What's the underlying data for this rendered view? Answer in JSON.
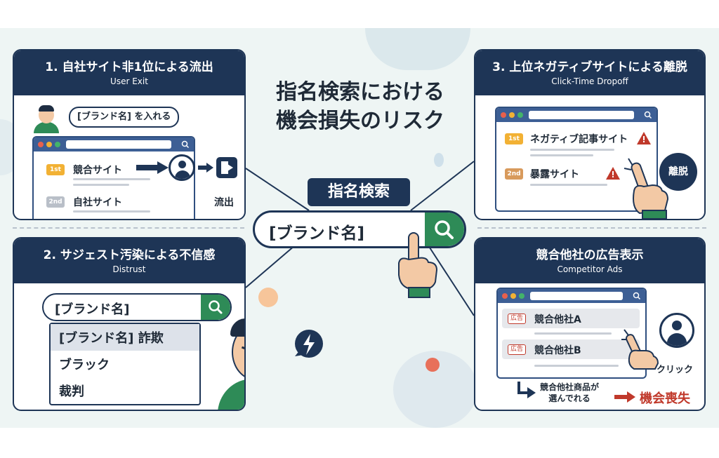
{
  "title": {
    "line1": "指名検索における",
    "line2": "機会損失のリスク"
  },
  "center": {
    "label": "指名検索",
    "query": "[ブランド名]"
  },
  "panel1": {
    "title": "1. 自社サイト非1位による流出",
    "subtitle": "User Exit",
    "bubble": "[ブランド名] を入れる",
    "rank1_badge": "1st",
    "rank1_label": "競合サイト",
    "rank2_badge": "2nd",
    "rank2_label": "自社サイト",
    "exit_label": "流出"
  },
  "panel2": {
    "title": "2. サジェスト汚染による不信感",
    "subtitle": "Distrust",
    "query": "[ブランド名]",
    "suggestions": [
      "[ブランド名] 詐欺",
      "ブラック",
      "裁判"
    ]
  },
  "panel3": {
    "title": "3. 上位ネガティブサイトによる離脱",
    "subtitle": "Click-Time Dropoff",
    "rank1_badge": "1st",
    "rank1_label": "ネガティブ記事サイト",
    "rank2_badge": "2nd",
    "rank2_label": "暴露サイト",
    "exit_label": "離脱"
  },
  "panel4": {
    "title": "競合他社の広告表示",
    "subtitle": "Competitor Ads",
    "ad_tag": "広告",
    "ad1": "競合他社A",
    "ad2": "競合他社B",
    "click_label": "クリック",
    "result_line1": "競合他社商品が",
    "result_line2": "選んでれる",
    "loss": "機会喪失"
  },
  "colors": {
    "navy": "#1e3556",
    "green": "#2e8b57",
    "red": "#c0392b",
    "gold": "#f2b134"
  },
  "icons": [
    "search-icon",
    "crown-icon",
    "user-icon",
    "exit-door-icon",
    "warning-icon",
    "pointing-hand-icon",
    "angry-face-icon",
    "lightning-bubble-icon",
    "arrow-right-icon"
  ]
}
